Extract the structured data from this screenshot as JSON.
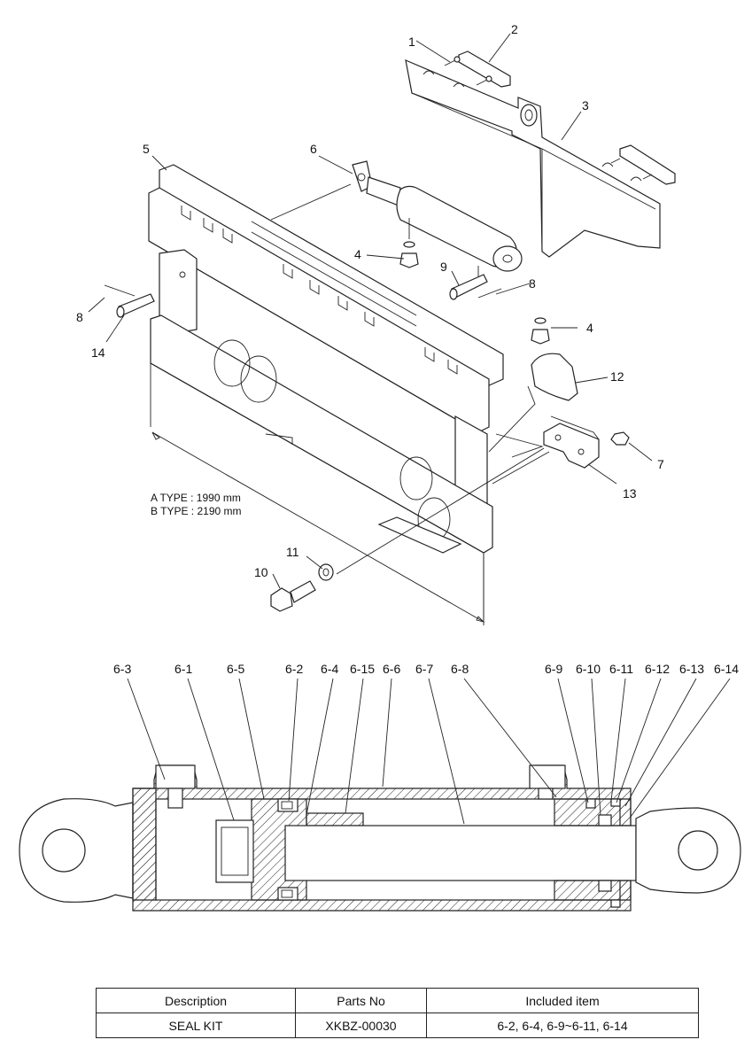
{
  "callouts_exploded": [
    {
      "id": "c1",
      "text": "1"
    },
    {
      "id": "c2",
      "text": "2"
    },
    {
      "id": "c3",
      "text": "3"
    },
    {
      "id": "c4a",
      "text": "4"
    },
    {
      "id": "c4b",
      "text": "4"
    },
    {
      "id": "c5",
      "text": "5"
    },
    {
      "id": "c6",
      "text": "6"
    },
    {
      "id": "c7",
      "text": "7"
    },
    {
      "id": "c8a",
      "text": "8"
    },
    {
      "id": "c8b",
      "text": "8"
    },
    {
      "id": "c9",
      "text": "9"
    },
    {
      "id": "c10",
      "text": "10"
    },
    {
      "id": "c11",
      "text": "11"
    },
    {
      "id": "c12",
      "text": "12"
    },
    {
      "id": "c13",
      "text": "13"
    },
    {
      "id": "c14",
      "text": "14"
    }
  ],
  "dimension_notes": [
    "A TYPE : 1990 mm",
    "B TYPE : 2190 mm"
  ],
  "callouts_section": [
    "6-3",
    "6-1",
    "6-5",
    "6-2",
    "6-4",
    "6-15",
    "6-6",
    "6-7",
    "6-8",
    "6-9",
    "6-10",
    "6-11",
    "6-12",
    "6-13",
    "6-14"
  ],
  "parts_table": {
    "headers": [
      "Description",
      "Parts No",
      "Included item"
    ],
    "rows": [
      [
        "SEAL KIT",
        "XKBZ-00030",
        "6-2, 6-4, 6-9~6-11, 6-14"
      ]
    ]
  }
}
